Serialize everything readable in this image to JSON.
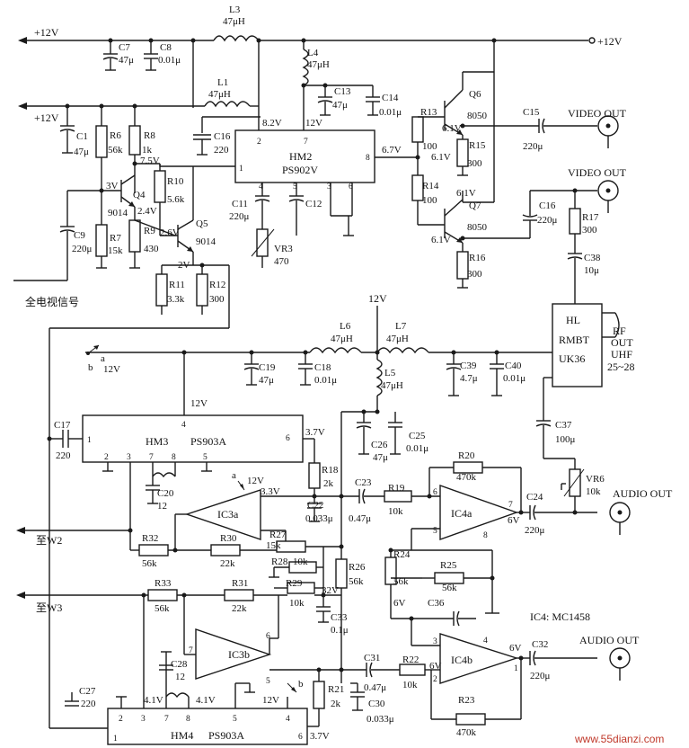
{
  "rails": {
    "p12v_left_top": "+12V",
    "p12v_left_mid": "+12V",
    "p12v_right": "+12V",
    "v12_center": "12V",
    "v12_b": "12V",
    "v12_hm3": "12V"
  },
  "inductors": {
    "L3": [
      "L3",
      "47μH"
    ],
    "L1": [
      "L1",
      "47μH"
    ],
    "L4": [
      "L4",
      "47μH"
    ],
    "L6": [
      "L6",
      "47μH"
    ],
    "L7": [
      "L7",
      "47μH"
    ],
    "L5": [
      "L5",
      "47μH"
    ]
  },
  "capacitors": {
    "C7": [
      "C7",
      "47μ"
    ],
    "C8": [
      "C8",
      "0.01μ"
    ],
    "C1": [
      "C1",
      "47μ"
    ],
    "C13": [
      "C13",
      "47μ"
    ],
    "C14": [
      "C14",
      "0.01μ"
    ],
    "C16a": [
      "C16",
      "220"
    ],
    "C11": [
      "C11",
      "220μ"
    ],
    "C12": [
      "C12",
      ""
    ],
    "C9": [
      "C9",
      "220μ"
    ],
    "C15": [
      "C15",
      "220μ"
    ],
    "C16b": [
      "C16",
      "220μ"
    ],
    "C38": [
      "C38",
      "10μ"
    ],
    "C19": [
      "C19",
      "47μ"
    ],
    "C18": [
      "C18",
      "0.01μ"
    ],
    "C39": [
      "C39",
      "4.7μ"
    ],
    "C40": [
      "C40",
      "0.01μ"
    ],
    "C17": [
      "C17",
      "220"
    ],
    "C26": [
      "C26",
      "47μ"
    ],
    "C25": [
      "C25",
      "0.01μ"
    ],
    "C37": [
      "C37",
      "100μ"
    ],
    "C20": [
      "C20",
      "12"
    ],
    "C22": [
      "C22",
      "0.033μ"
    ],
    "C23": [
      "C23",
      "0.47μ"
    ],
    "C24": [
      "C24",
      "220μ"
    ],
    "C36": [
      "C36",
      ""
    ],
    "C33": [
      "C33",
      "0.1μ"
    ],
    "C28": [
      "C28",
      "12"
    ],
    "C27": [
      "C27",
      "220"
    ],
    "C31": [
      "C31",
      "0.47μ"
    ],
    "C30": [
      "C30",
      "0.033μ"
    ],
    "C32": [
      "C32",
      "220μ"
    ]
  },
  "resistors": {
    "R6": [
      "R6",
      "56k"
    ],
    "R8": [
      "R8",
      "1k"
    ],
    "R7": [
      "R7",
      "15k"
    ],
    "R9": [
      "R9",
      "430"
    ],
    "R10": [
      "R10",
      "5.6k"
    ],
    "R11": [
      "R11",
      "3.3k"
    ],
    "R12": [
      "R12",
      "300"
    ],
    "R13": [
      "R13",
      "100"
    ],
    "R14": [
      "R14",
      "100"
    ],
    "R15": [
      "R15",
      "300"
    ],
    "R16": [
      "R16",
      "300"
    ],
    "R17": [
      "R17",
      "300"
    ],
    "R18": [
      "R18",
      "2k"
    ],
    "R19": [
      "R19",
      "10k"
    ],
    "R20": [
      "R20",
      "470k"
    ],
    "R24": [
      "R24",
      "56k"
    ],
    "R25": [
      "R25",
      "56k"
    ],
    "R26": [
      "R26",
      "56k"
    ],
    "R27": [
      "R27",
      "15k"
    ],
    "R28": [
      "R28",
      "10k"
    ],
    "R29": [
      "R29",
      "10k"
    ],
    "R30": [
      "R30",
      "22k"
    ],
    "R31": [
      "R31",
      "22k"
    ],
    "R32": [
      "R32",
      "56k"
    ],
    "R33": [
      "R33",
      "56k"
    ],
    "R21": [
      "R21",
      "2k"
    ],
    "R22": [
      "R22",
      "10k"
    ],
    "R23": [
      "R23",
      "470k"
    ],
    "VR3": [
      "VR3",
      "470"
    ],
    "VR6": [
      "VR6",
      "10k"
    ]
  },
  "transistors": {
    "Q4": [
      "Q4",
      "9014"
    ],
    "Q5": [
      "Q5",
      "9014"
    ],
    "Q6": [
      "Q6",
      "8050"
    ],
    "Q7": [
      "Q7",
      "8050"
    ]
  },
  "ics": {
    "hm2_name": "HM2",
    "hm2_part": "PS902V",
    "hm3_name": "HM3",
    "hm3_part": "PS903A",
    "hm4_name": "HM4",
    "hm4_part": "PS903A",
    "ic3a": "IC3a",
    "ic3b": "IC3b",
    "ic4a": "IC4a",
    "ic4b": "IC4b",
    "hl_1": "HL",
    "hl_2": "RMBT",
    "hl_3": "UK36",
    "ic4_note": "IC4: MC1458"
  },
  "voltages": {
    "v82": "8.2V",
    "v12hm2": "12V",
    "v67": "6.7V",
    "v75": "7.5V",
    "v3": "3V",
    "v24": "2.4V",
    "v26": "2.6V",
    "v2": "2V",
    "q6a": "6.1V",
    "q6b": "6.1V",
    "q7a": "6.1V",
    "q7b": "6.1V",
    "hm3_37": "3.7V",
    "ic3a_33": "3.3V",
    "ic3a_12": "12V",
    "v32": "32V",
    "ic4a_6": "6V",
    "ic4b_6": "6V",
    "r24_6": "6V",
    "ic4b_in": "6V",
    "hm4_41a": "4.1V",
    "hm4_41b": "4.1V",
    "hm4_12": "12V",
    "hm4_37": "3.7V"
  },
  "pins": {
    "hm2_2": "2",
    "hm2_7": "7",
    "hm2_1": "1",
    "hm2_8": "8",
    "hm2_4": "4",
    "hm2_5": "5",
    "hm2_3": "3",
    "hm2_6": "6",
    "hm3_4": "4",
    "hm3_1": "1",
    "hm3_6": "6",
    "hm3_2": "2",
    "hm3_3": "3",
    "hm3_7": "7",
    "hm3_8": "8",
    "hm3_5": "5",
    "ic4a_6": "6",
    "ic4a_7": "7",
    "ic4a_5": "5",
    "ic4a_8": "8",
    "ic4b_3": "3",
    "ic4b_4": "4",
    "ic4b_1": "1",
    "ic4b_2": "2",
    "ic3b_7": "7",
    "ic3b_6": "6",
    "ic3b_5": "5",
    "hm4_1": "1",
    "hm4_2": "2",
    "hm4_3": "3",
    "hm4_7": "7",
    "hm4_8": "8",
    "hm4_5": "5",
    "hm4_4": "4",
    "hm4_6": "6"
  },
  "signals": {
    "video_out_1": "VIDEO OUT",
    "video_out_2": "VIDEO OUT",
    "audio_out_1": "AUDIO OUT",
    "audio_out_2": "AUDIO OUT",
    "rf_1": "RF",
    "rf_2": "OUT",
    "rf_3": "UHF",
    "rf_4": "25~28",
    "full_tv_signal": "全电视信号",
    "to_w2": "至W2",
    "to_w3": "至W3",
    "b_label": "b",
    "a_label": "a",
    "sw_a": "a",
    "sw_b": "b"
  },
  "watermark": "www.55dianzi.com"
}
